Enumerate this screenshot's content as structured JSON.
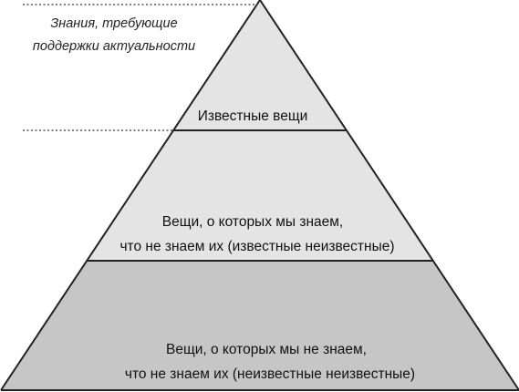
{
  "diagram": {
    "type": "pyramid",
    "colors": {
      "top": "#e4e4e4",
      "middle": "#e4e4e4",
      "bottom": "#c6c6c6",
      "outline": "#222222",
      "leader": "#555555"
    },
    "tiers": [
      {
        "lines": [
          "Известные вещи"
        ]
      },
      {
        "lines": [
          "Вещи, о которых мы знаем,",
          "что не знаем их (известные неизвестные)"
        ]
      },
      {
        "lines": [
          "Вещи, о которых мы не знаем,",
          "что не знаем их (неизвестные неизвестные)"
        ]
      }
    ],
    "annotation": {
      "lines": [
        "Знания, требующие",
        "поддержки актуальности"
      ]
    }
  }
}
